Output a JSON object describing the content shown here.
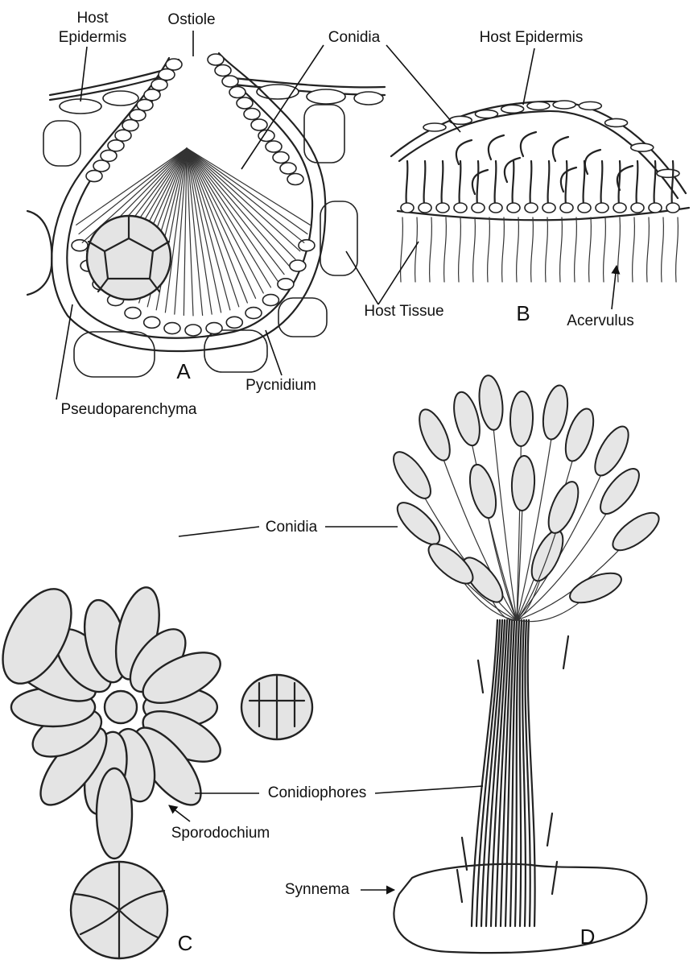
{
  "panels": {
    "a": "A",
    "b": "B",
    "c": "C",
    "d": "D"
  },
  "labels": {
    "host_epidermis_a_line1": "Host",
    "host_epidermis_a_line2": "Epidermis",
    "ostiole": "Ostiole",
    "conidia_top": "Conidia",
    "host_epidermis_b": "Host Epidermis",
    "host_tissue": "Host Tissue",
    "acervulus": "Acervulus",
    "pycnidium": "Pycnidium",
    "pseudoparenchyma": "Pseudoparenchyma",
    "conidia_bottom": "Conidia",
    "conidiophores": "Conidiophores",
    "sporodochium": "Sporodochium",
    "synnema": "Synnema"
  }
}
